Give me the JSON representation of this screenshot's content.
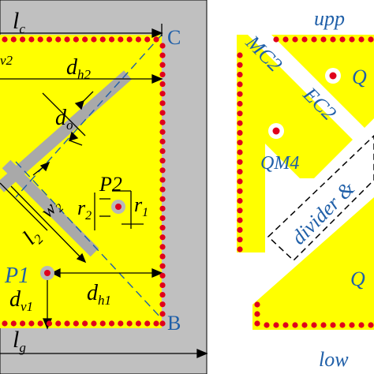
{
  "colors": {
    "ground": "#c0c0c0",
    "patch": "#ffff00",
    "via": "#e0001b",
    "slot": "#a9a9a9",
    "label_blue": "#1f5fa8",
    "ink": "#000000"
  },
  "left_panel": {
    "dims": {
      "lc": "l",
      "lc_sub": "c",
      "lg": "l",
      "lg_sub": "g",
      "dv2": "v2",
      "dh2": "d",
      "dh2_sub": "h2",
      "do": "d",
      "do_sub": "o",
      "w2": "w",
      "w2_sub": "2",
      "l2": "l",
      "l2_sub": "2",
      "dv1": "d",
      "dv1_sub": "v1",
      "dh1": "d",
      "dh1_sub": "h1"
    },
    "points": {
      "C": "C",
      "B": "B",
      "P1": "P1",
      "P2": "P2",
      "r2": "r",
      "r2_sub": "2",
      "r1": "r",
      "r1_sub": "1"
    }
  },
  "right_panel": {
    "labels": {
      "upper": "upp",
      "lower": "low",
      "MC2": "MC2",
      "EC2": "EC2",
      "QM_top": "Q",
      "QM4": "QM4",
      "divider": "divider &",
      "QN": "Q"
    }
  }
}
